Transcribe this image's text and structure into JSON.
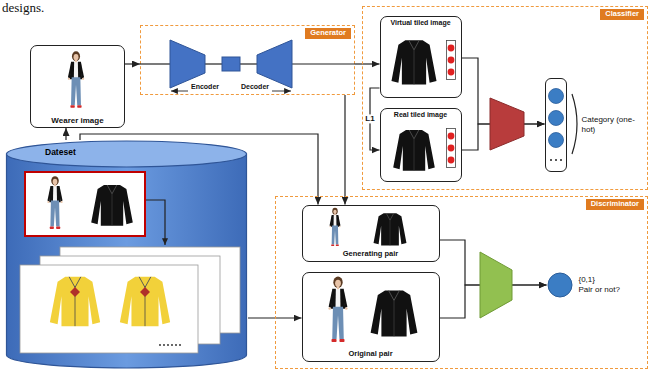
{
  "diagram": {
    "nodes": [
      {
        "text": [
          "Wearer image"
        ]
      },
      {
        "text": [
          "Generator"
        ]
      },
      {
        "text": [
          "Classifier"
        ]
      },
      {
        "text": [
          "Virtual tiled image"
        ],
        "in": 2
      },
      {
        "text": [
          "Real tiled image"
        ],
        "in": 2
      },
      {
        "text": [
          "Category (one-hot)"
        ],
        "in": 2
      },
      {
        "text": [
          "Dateset"
        ]
      },
      {
        "text": [
          "Discriminator"
        ]
      },
      {
        "text": [
          "Generating pair"
        ],
        "in": 7
      },
      {
        "text": [
          "Original pair"
        ],
        "in": 7
      },
      {
        "text": [
          "{0,1}",
          "Pair or not?"
        ],
        "in": 7
      }
    ],
    "edges": [
      {
        "from": 6,
        "to": 0,
        "arrow": "to"
      },
      {
        "from": 0,
        "to": 1,
        "arrow": "to"
      },
      {
        "from": 1,
        "to": 3,
        "arrow": "to"
      },
      {
        "from": 3,
        "to": 4,
        "label": "L1",
        "arrow": "to"
      },
      {
        "from": 6,
        "to": 8,
        "arrow": "to"
      },
      {
        "from": 1,
        "to": 8,
        "arrow": "to"
      },
      {
        "from": 6,
        "to": 9,
        "arrow": "to"
      },
      {
        "from": 3,
        "to": 5,
        "arrow": "to"
      },
      {
        "from": 4,
        "to": 5,
        "arrow": "to"
      },
      {
        "from": 8,
        "to": 10,
        "arrow": "to"
      },
      {
        "from": 9,
        "to": 10,
        "arrow": "to"
      }
    ],
    "labels": [
      "designs.",
      "Encoder",
      "Decoder"
    ]
  }
}
